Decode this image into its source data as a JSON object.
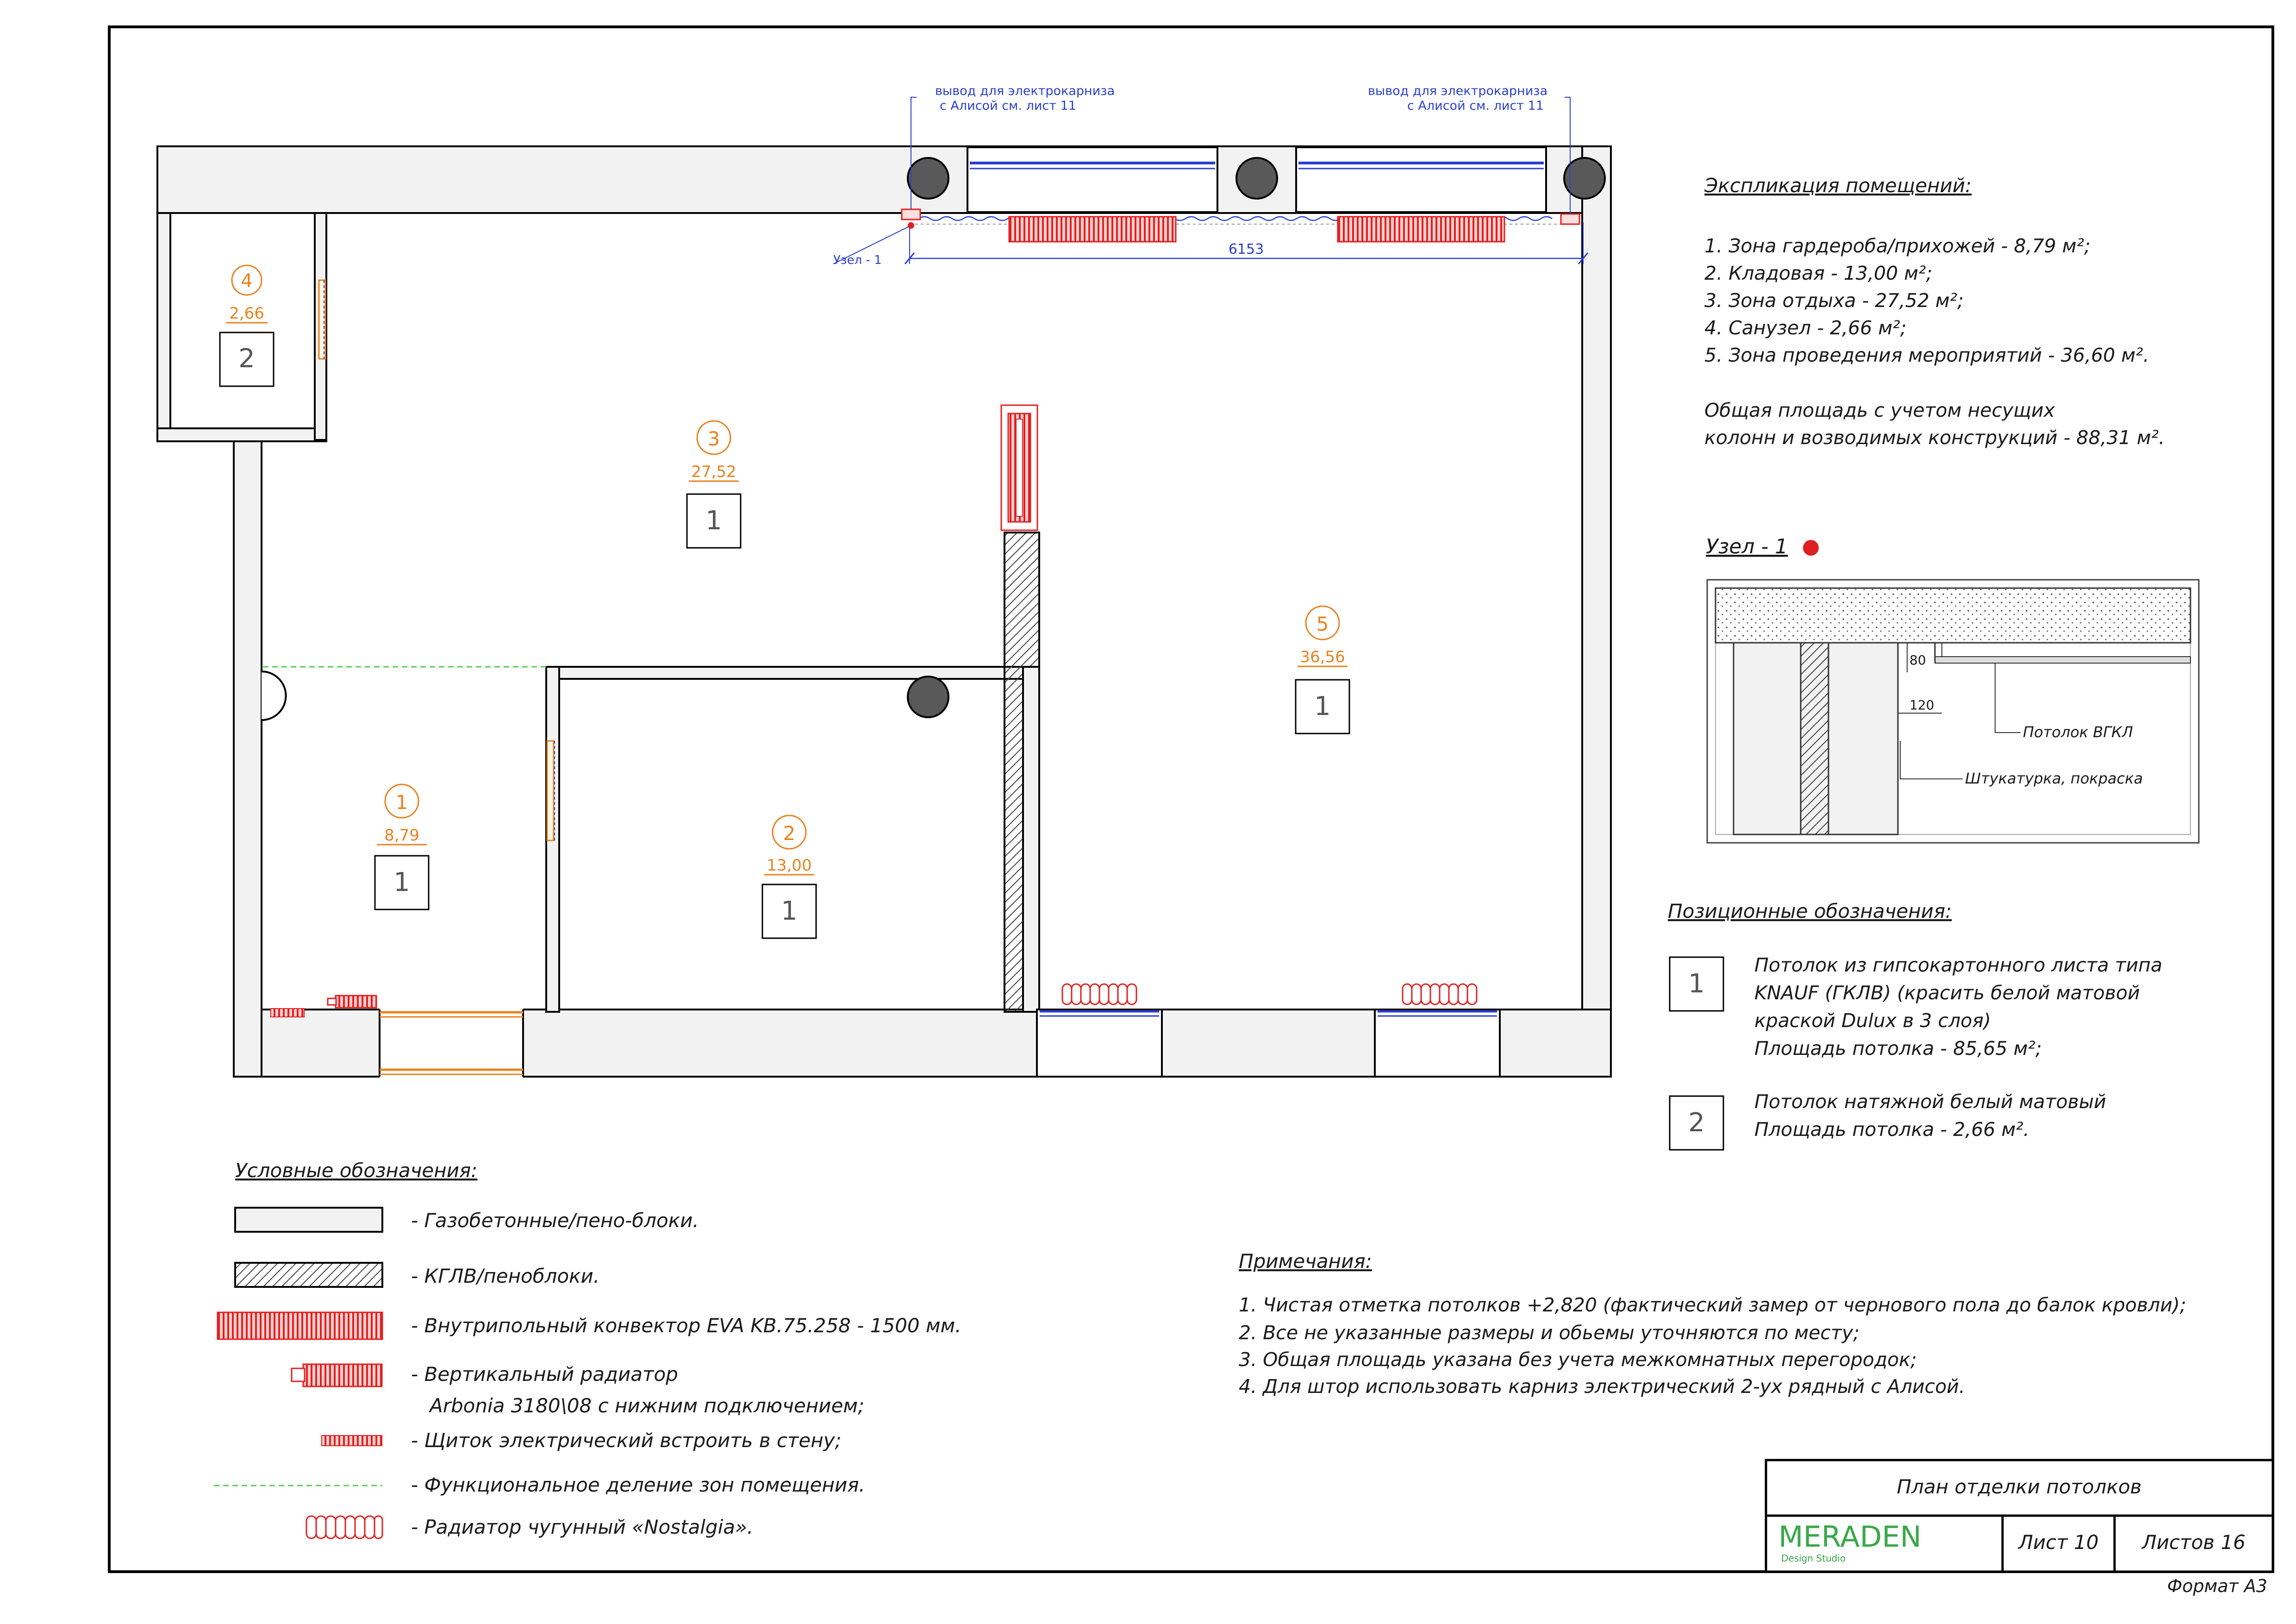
{
  "callouts": {
    "cornice_left": [
      "вывод для электрокарниза",
      "с Алисой см. лист 11"
    ],
    "cornice_right": [
      "вывод для электрокарниза",
      "с Алисой см. лист 11"
    ],
    "node_label": "Узел - 1",
    "dimension": "6153"
  },
  "rooms": [
    {
      "num": "1",
      "area": "8,79",
      "ceiling": "1"
    },
    {
      "num": "2",
      "area": "13,00",
      "ceiling": "1"
    },
    {
      "num": "3",
      "area": "27,52",
      "ceiling": "1"
    },
    {
      "num": "4",
      "area": "2,66",
      "ceiling": "2"
    },
    {
      "num": "5",
      "area": "36,56",
      "ceiling": "1"
    }
  ],
  "explication": {
    "title": "Экспликация помещений:",
    "items": [
      "1. Зона гардероба/прихожей - 8,79 м²;",
      "2. Кладовая - 13,00 м²;",
      "3. Зона отдыха - 27,52 м²;",
      "4. Санузел - 2,66 м²;",
      "5. Зона проведения мероприятий - 36,60 м²."
    ],
    "total": [
      "Общая площадь с учетом несущих",
      "колонн и возводимых конструкций  - 88,31 м²."
    ]
  },
  "node_detail": {
    "title": "Узел - 1",
    "dim_80": "80",
    "dim_120": "120",
    "label_ceiling": "Потолок ВГКЛ",
    "label_plaster": "Штукатурка, покраска"
  },
  "positions": {
    "title": "Позиционные обозначения:",
    "items": [
      {
        "mark": "1",
        "lines": [
          "Потолок из гипсокартонного листа типа",
          "KNAUF (ГКЛВ) (красить белой матовой",
          "краской Dulux в 3 слоя)",
          "Площадь потолка  - 85,65 м²;"
        ]
      },
      {
        "mark": "2",
        "lines": [
          "Потолок натяжной белый матовый",
          "Площадь потолка  - 2,66 м²."
        ]
      }
    ]
  },
  "legend": {
    "title": "Условные обозначения:",
    "items": [
      "- Газобетонные/пено-блоки.",
      "- КГЛВ/пеноблоки.",
      "- Внутрипольный конвектор EVA KB.75.258 - 1500 мм.",
      "- Вертикальный радиатор",
      "Arbonia 3180\\08 с нижним подключением;",
      "- Щиток электрический встроить в стену;",
      "- Функциональное деление зон помещения.",
      "- Радиатор чугунный «Nostalgia»."
    ]
  },
  "notes": {
    "title": "Примечания:",
    "items": [
      "1. Чистая отметка потолков +2,820 (фактический замер от чернового пола до балок кровли);",
      "2. Все не указанные размеры и обьемы уточняются по месту;",
      "3. Общая площадь указана без учета межкомнатных перегородок;",
      "4. Для штор использовать карниз электрический 2-ух рядный с Алисой."
    ]
  },
  "title_block": {
    "drawing_title": "План отделки потолков",
    "brand": "MERADEN",
    "brand_sub": "Design Studio",
    "sheet": "Лист 10",
    "sheets": "Листов 16",
    "format": "Формат А3"
  },
  "colors": {
    "wall_fill": "#f2f2f2",
    "red": "#e02020",
    "orange": "#e8821e",
    "blue": "#2a3fd0",
    "green_dash": "#55cc55",
    "brand_green": "#3aa84a"
  }
}
